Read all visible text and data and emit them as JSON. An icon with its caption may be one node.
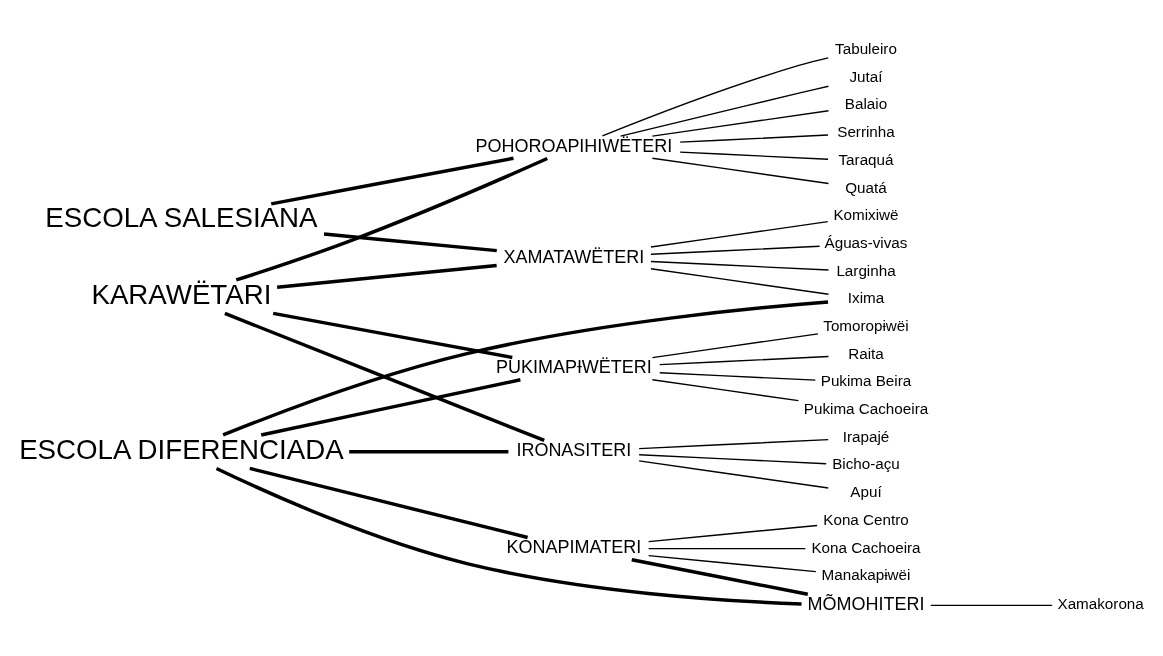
{
  "diagram": {
    "nodes": [
      {
        "text": [
          "ESCOLA SALESIANA"
        ]
      },
      {
        "text": [
          "KARAWËTARI"
        ]
      },
      {
        "text": [
          "ESCOLA DIFERENCIADA"
        ]
      },
      {
        "text": [
          "XAMATAWËTERI"
        ]
      },
      {
        "text": [
          "Komixiwë"
        ]
      },
      {
        "text": [
          "Ixima"
        ]
      },
      {
        "text": [
          "Águas-vivas"
        ]
      },
      {
        "text": [
          "Larginha"
        ]
      },
      {
        "text": [
          "POHOROAPIHIWËTERI"
        ]
      },
      {
        "text": [
          "Tabuleiro"
        ]
      },
      {
        "text": [
          "Jutaí"
        ]
      },
      {
        "text": [
          "Balaio"
        ]
      },
      {
        "text": [
          "Serrinha"
        ]
      },
      {
        "text": [
          "Taraquá"
        ]
      },
      {
        "text": [
          "Quatá"
        ]
      },
      {
        "text": [
          "PUKIMAPƗWËTERI"
        ]
      },
      {
        "text": [
          "Pukima Cachoeira"
        ]
      },
      {
        "text": [
          "Tomoropɨwëi"
        ]
      },
      {
        "text": [
          "Raita"
        ]
      },
      {
        "text": [
          "Pukima Beira"
        ]
      },
      {
        "text": [
          "IRONASITERI"
        ]
      },
      {
        "text": [
          "Bicho-açu"
        ]
      },
      {
        "text": [
          "Apuí"
        ]
      },
      {
        "text": [
          "Irapajé"
        ]
      },
      {
        "text": [
          "KONAPIMATERI"
        ]
      },
      {
        "text": [
          "Kona Centro"
        ]
      },
      {
        "text": [
          "Kona Cachoeira"
        ]
      },
      {
        "text": [
          "Manakapɨwëi"
        ]
      },
      {
        "text": [
          "MÕMOHITERI"
        ]
      },
      {
        "text": [
          "Xamakorona"
        ]
      }
    ],
    "edges": [
      {
        "from": 1,
        "to": 3,
        "arrow": "none",
        "style": "thick"
      },
      {
        "from": 1,
        "to": 8,
        "arrow": "none",
        "style": "thick"
      },
      {
        "from": 1,
        "to": 15,
        "arrow": "none",
        "style": "thick"
      },
      {
        "from": 1,
        "to": 20,
        "arrow": "none",
        "style": "thick"
      },
      {
        "from": 0,
        "to": 3,
        "arrow": "none",
        "style": "thick"
      },
      {
        "from": 0,
        "to": 8,
        "arrow": "none",
        "style": "thick"
      },
      {
        "from": 2,
        "to": 5,
        "arrow": "none",
        "style": "thick"
      },
      {
        "from": 2,
        "to": 15,
        "arrow": "none",
        "style": "thick"
      },
      {
        "from": 2,
        "to": 20,
        "arrow": "none",
        "style": "thick"
      },
      {
        "from": 2,
        "to": 28,
        "arrow": "none",
        "style": "thick"
      },
      {
        "from": 2,
        "to": 24,
        "arrow": "none",
        "style": "thick"
      },
      {
        "from": 24,
        "to": 28,
        "arrow": "none",
        "style": "thick"
      },
      {
        "from": 3,
        "to": 4,
        "arrow": "none"
      },
      {
        "from": 3,
        "to": 5,
        "arrow": "none"
      },
      {
        "from": 3,
        "to": 6,
        "arrow": "none"
      },
      {
        "from": 3,
        "to": 7,
        "arrow": "none"
      },
      {
        "from": 8,
        "to": 9,
        "arrow": "none"
      },
      {
        "from": 8,
        "to": 10,
        "arrow": "none"
      },
      {
        "from": 8,
        "to": 11,
        "arrow": "none"
      },
      {
        "from": 8,
        "to": 12,
        "arrow": "none"
      },
      {
        "from": 8,
        "to": 13,
        "arrow": "none"
      },
      {
        "from": 8,
        "to": 14,
        "arrow": "none"
      },
      {
        "from": 15,
        "to": 16,
        "arrow": "none"
      },
      {
        "from": 15,
        "to": 17,
        "arrow": "none"
      },
      {
        "from": 15,
        "to": 18,
        "arrow": "none"
      },
      {
        "from": 15,
        "to": 19,
        "arrow": "none"
      },
      {
        "from": 20,
        "to": 21,
        "arrow": "none"
      },
      {
        "from": 20,
        "to": 22,
        "arrow": "none"
      },
      {
        "from": 20,
        "to": 23,
        "arrow": "none"
      },
      {
        "from": 24,
        "to": 25,
        "arrow": "none"
      },
      {
        "from": 24,
        "to": 26,
        "arrow": "none"
      },
      {
        "from": 24,
        "to": 27,
        "arrow": "none"
      },
      {
        "from": 28,
        "to": 29,
        "arrow": "none"
      }
    ]
  }
}
